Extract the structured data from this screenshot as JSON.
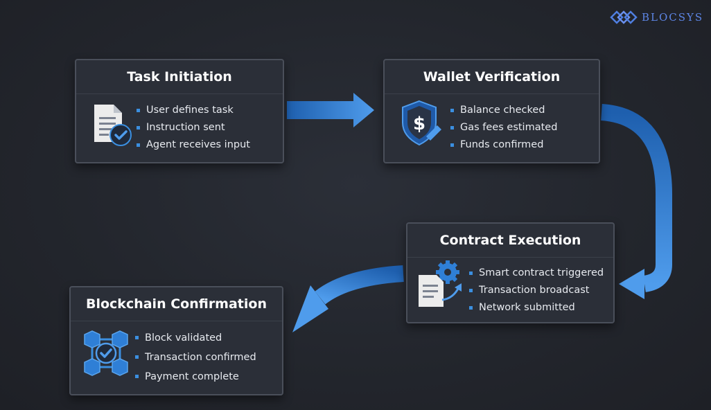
{
  "brand": {
    "name": "BLOCSYS",
    "icon": "diamond-link-logo"
  },
  "colors": {
    "accent": "#3b8fe0",
    "arrow_light": "#4f9cec",
    "arrow_dark": "#1e5fae",
    "card_bg": "#2b2f38",
    "card_border": "#4a4f5a"
  },
  "steps": [
    {
      "title": "Task Initiation",
      "icon": "document-check-icon",
      "items": [
        "User defines task",
        "Instruction sent",
        "Agent receives input"
      ]
    },
    {
      "title": "Wallet Verification",
      "icon": "shield-dollar-icon",
      "items": [
        "Balance checked",
        "Gas fees estimated",
        "Funds confirmed"
      ]
    },
    {
      "title": "Contract Execution",
      "icon": "gear-document-icon",
      "items": [
        "Smart contract triggered",
        "Transaction broadcast",
        "Network submitted"
      ]
    },
    {
      "title": "Blockchain Confirmation",
      "icon": "block-network-icon",
      "items": [
        "Block validated",
        "Transaction confirmed",
        "Payment complete"
      ]
    }
  ]
}
